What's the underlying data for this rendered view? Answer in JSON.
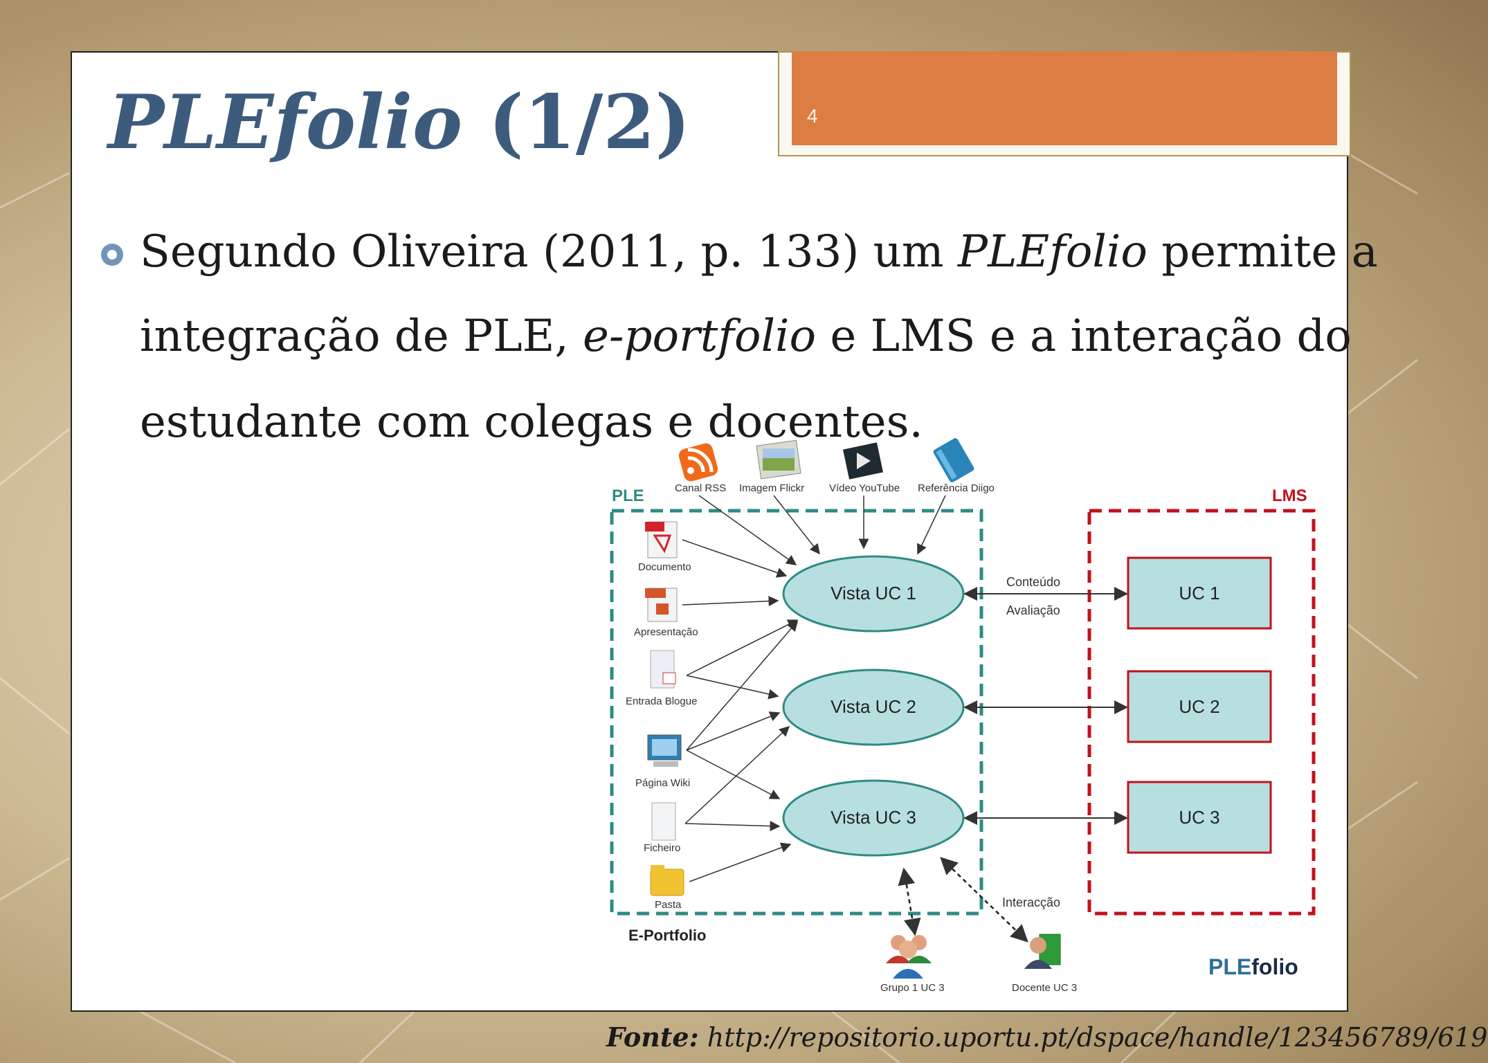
{
  "slide": {
    "number": "4",
    "title_italic": "PLEfolio",
    "title_rest": "(1/2)"
  },
  "paragraph": {
    "line1_a": "Segundo Oliveira (2011, p. 133) um",
    "line1_em": "PLEfolio",
    "line1_b": "permite a",
    "line2_a": "integração de PLE,",
    "line2_em": "e-portfolio",
    "line2_b": "e LMS e a interação do",
    "line3": "estudante com colegas e docentes."
  },
  "diagram": {
    "ple_label": "PLE",
    "lms_label": "LMS",
    "eportfolio_label": "E-Portfolio",
    "brand_a": "PLE",
    "brand_b": "folio",
    "top_sources": [
      "Canal RSS",
      "Imagem Flickr",
      "Vídeo YouTube",
      "Referência Diigo"
    ],
    "left_items": [
      "Documento",
      "Apresentação",
      "Entrada Blogue",
      "Página Wiki",
      "Ficheiro",
      "Pasta"
    ],
    "views": [
      "Vista UC 1",
      "Vista UC 2",
      "Vista UC 3"
    ],
    "ucs": [
      "UC 1",
      "UC 2",
      "UC 3"
    ],
    "link_label_1": "Conteúdo",
    "link_label_2": "Avaliação",
    "interaction_label": "Interacção",
    "people": [
      "Grupo 1 UC 3",
      "Docente UC 3"
    ],
    "colors": {
      "ple": "#2e8b84",
      "lms": "#c1121c",
      "ellipse_fill": "#b7dfe0",
      "box_fill": "#b7dfe0"
    }
  },
  "footer": {
    "label": "Fonte:",
    "url": "http://repositorio.uportu.pt/dspace/handle/123456789/619"
  }
}
